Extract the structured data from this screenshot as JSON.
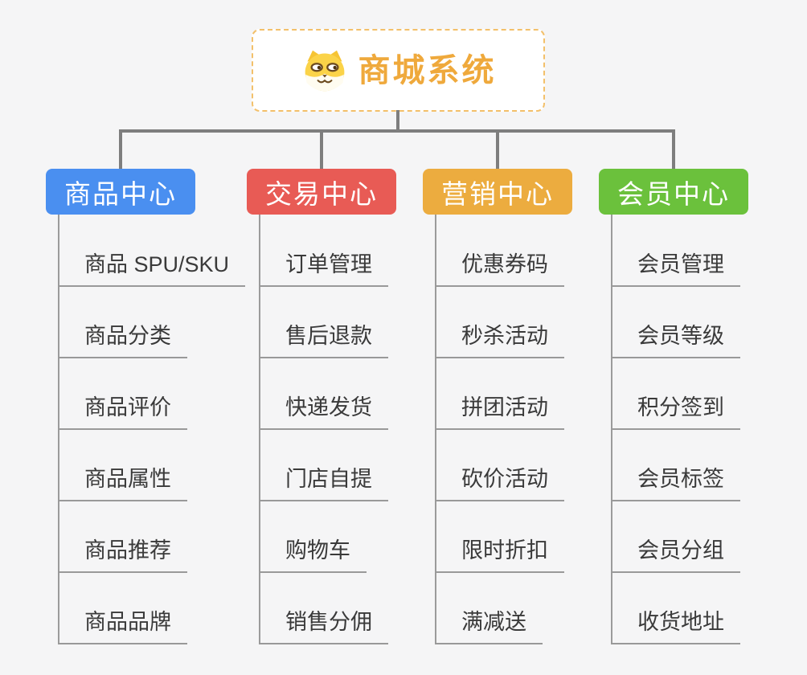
{
  "root": {
    "title": "商城系统",
    "icon": "shiba-dog-icon"
  },
  "colors": {
    "background": "#F5F5F6",
    "connector": "#7E7E7E",
    "stem": "#9B9B9B",
    "underline": "#999999",
    "leaf_text": "#3A3A3A",
    "root_border": "#F3C06A",
    "root_title": "#EFA93C"
  },
  "branches": [
    {
      "label": "商品中心",
      "color": "#4A8FF0",
      "items": [
        "商品 SPU/SKU",
        "商品分类",
        "商品评价",
        "商品属性",
        "商品推荐",
        "商品品牌"
      ]
    },
    {
      "label": "交易中心",
      "color": "#E85B55",
      "items": [
        "订单管理",
        "售后退款",
        "快递发货",
        "门店自提",
        "购物车",
        "销售分佣"
      ]
    },
    {
      "label": "营销中心",
      "color": "#ECAC3F",
      "items": [
        "优惠券码",
        "秒杀活动",
        "拼团活动",
        "砍价活动",
        "限时折扣",
        "满减送"
      ]
    },
    {
      "label": "会员中心",
      "color": "#6BC13C",
      "items": [
        "会员管理",
        "会员等级",
        "积分签到",
        "会员标签",
        "会员分组",
        "收货地址"
      ]
    }
  ]
}
